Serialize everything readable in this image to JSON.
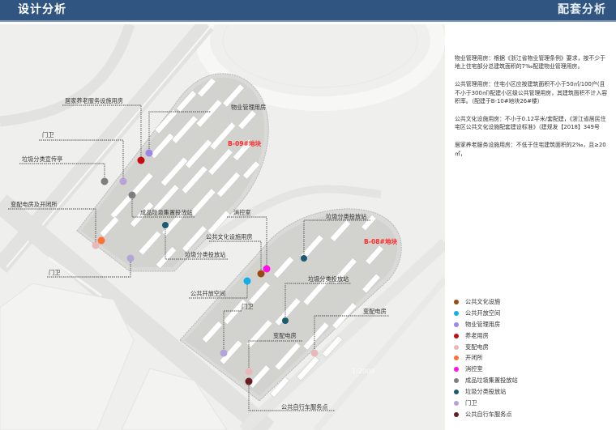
{
  "header": {
    "left_title": "设计分析",
    "right_title": "配套分析",
    "background_color": "#2f5580"
  },
  "map": {
    "plots": [
      {
        "name": "B-09#地块",
        "label": "B-09#地块"
      },
      {
        "name": "B-08#地块",
        "label": "B-08#地块"
      }
    ],
    "scale_text": "1:2000",
    "callouts": [
      {
        "label": "居家养老服务设施用房",
        "category": "elderly"
      },
      {
        "label": "物业管理用房",
        "category": "property"
      },
      {
        "label": "门卫",
        "category": "guard"
      },
      {
        "label": "垃圾分类宣传亭",
        "category": "waste_collect"
      },
      {
        "label": "成品垃圾集置投放站",
        "category": "waste_collect"
      },
      {
        "label": "变配电房及开闭所",
        "category": "switch"
      },
      {
        "label": "垃圾分类投放站",
        "category": "waste_sort"
      },
      {
        "label": "门卫",
        "category": "guard"
      },
      {
        "label": "消控室",
        "category": "fire"
      },
      {
        "label": "公共文化设施用房",
        "category": "culture"
      },
      {
        "label": "公共开放空间",
        "category": "open_space"
      },
      {
        "label": "垃圾分类投放站",
        "category": "waste_sort"
      },
      {
        "label": "垃圾分类投放站",
        "category": "waste_sort"
      },
      {
        "label": "门卫",
        "category": "guard"
      },
      {
        "label": "变配电房",
        "category": "substation"
      },
      {
        "label": "变配电房",
        "category": "substation"
      },
      {
        "label": "公共自行车服务点",
        "category": "bike"
      }
    ]
  },
  "notes": [
    "物业管理用房：根据《浙江省物业管理条例》要求，按不少于地上住宅部分总建筑面积的7‰配建物业管理用房。",
    "公共管理用房：住宅小区应按建筑面积不小于50㎡/100户(且不小于300㎡)配建小区级公共管理用房，其建筑面积不计入容积率。（配建于B-10#地块26#楼）",
    "公共文化设施用房：不小于0.12平米/套配建，《浙江省居民住宅区公共文化设施配套建设标准》（建规发【2018】349号",
    "居家养老服务设施用房：不低于住宅建筑面积的2‰，且≥20㎡，"
  ],
  "legend": [
    {
      "label": "公共文化设施",
      "color": "#9a4a10"
    },
    {
      "label": "公共开放空间",
      "color": "#12aeea"
    },
    {
      "label": "物业管理用房",
      "color": "#9b86ea"
    },
    {
      "label": "养老用房",
      "color": "#c40b12"
    },
    {
      "label": "变配电房",
      "color": "#e9b8b8"
    },
    {
      "label": "开闭所",
      "color": "#ff7133"
    },
    {
      "label": "消控室",
      "color": "#ff10e6"
    },
    {
      "label": "成品垃圾集置投放站",
      "color": "#7e7e7e"
    },
    {
      "label": "垃圾分类投放站",
      "color": "#1c5a70"
    },
    {
      "label": "门卫",
      "color": "#b6a3d8"
    },
    {
      "label": "公共自行车服务点",
      "color": "#6a1c20"
    }
  ]
}
